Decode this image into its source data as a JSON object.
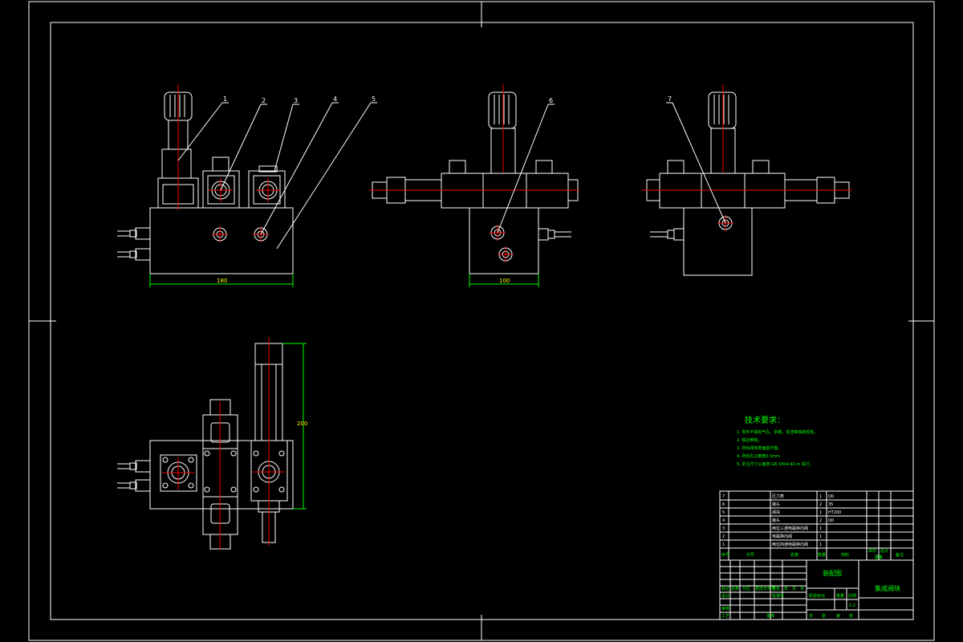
{
  "balloons": [
    "1",
    "2",
    "3",
    "4",
    "5",
    "6",
    "7"
  ],
  "dimensions": {
    "front_width": "180",
    "side_width": "100",
    "top_height": "200"
  },
  "tech_requirements": {
    "title": "技术要求：",
    "items": [
      "1. 零件不得有气孔、砂眼、夹渣等缺陷现象。",
      "2. 锐边倒钝。",
      "3. 所有阀体表面需平整。",
      "4. 所有孔口倒角0.5mm",
      "5. 未注尺寸公差按 GB 1804-92-m 执行。"
    ]
  },
  "parts_list": {
    "rows": [
      {
        "no": "7",
        "name": "压力表",
        "qty": "1",
        "material": "Q0"
      },
      {
        "no": "6",
        "name": "接头",
        "qty": "2",
        "material": "35"
      },
      {
        "no": "5",
        "name": "阀块",
        "qty": "1",
        "material": "HT200"
      },
      {
        "no": "4",
        "name": "接头",
        "qty": "2",
        "material": "Q0"
      },
      {
        "no": "3",
        "name": "两位三通电磁换向阀",
        "qty": "1",
        "material": ""
      },
      {
        "no": "2",
        "name": "电磁换向阀",
        "qty": "1",
        "material": ""
      },
      {
        "no": "1",
        "name": "两位四通电磁换向阀",
        "qty": "1",
        "material": ""
      }
    ],
    "header": {
      "no": "序号",
      "code": "代号",
      "name": "名称",
      "qty": "数量",
      "material": "材料",
      "single": "单件",
      "total": "总计",
      "weight": "重量",
      "remark": "备注"
    }
  },
  "title_block": {
    "drawing_name": "装配图",
    "project": "集成阀块",
    "stage_mark": "阶段标记",
    "weight": "重量",
    "scale": "比例",
    "scale_value": "1:2",
    "sheet": [
      "共",
      "张",
      "第",
      "张"
    ],
    "labels": [
      "标记",
      "处数",
      "分区",
      "更改文件号",
      "签名",
      "年、月、日"
    ],
    "roles": [
      "设计",
      "审核",
      "工艺"
    ],
    "std": "标准化",
    "approve": "批准"
  }
}
